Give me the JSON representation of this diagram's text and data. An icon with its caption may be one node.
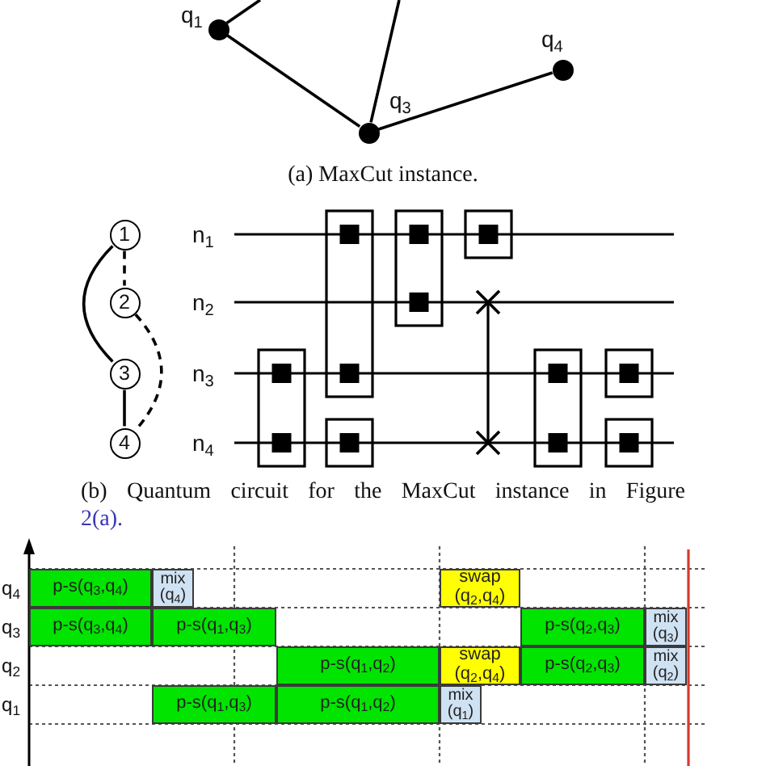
{
  "diagram": {
    "nodes": [
      {
        "text": [
          "q$_{1}$"
        ]
      },
      {
        "text": [
          "q$_{4}$"
        ]
      },
      {
        "text": [
          "q$_{3}$"
        ]
      },
      {
        "text": [
          "1"
        ]
      },
      {
        "text": [
          "2"
        ]
      },
      {
        "text": [
          "3"
        ]
      },
      {
        "text": [
          "4"
        ]
      },
      {
        "text": [
          "p-s(q$_{3}$,q$_{4}$)"
        ]
      },
      {
        "text": [
          "mix (q$_{4}$)"
        ]
      },
      {
        "text": [
          "swap (q$_{2}$,q$_{4}$)"
        ]
      },
      {
        "text": [
          "p-s(q$_{3}$,q$_{4}$)"
        ]
      },
      {
        "text": [
          "p-s(q$_{1}$,q$_{3}$)"
        ]
      },
      {
        "text": [
          "p-s(q$_{2}$,q$_{3}$)"
        ]
      },
      {
        "text": [
          "mix (q$_{3}$)"
        ]
      },
      {
        "text": [
          "p-s(q$_{1}$,q$_{2}$)"
        ]
      },
      {
        "text": [
          "swap (q$_{2}$,q$_{4}$)"
        ]
      },
      {
        "text": [
          "p-s(q$_{2}$,q$_{3}$)"
        ]
      },
      {
        "text": [
          "mix (q$_{2}$)"
        ]
      },
      {
        "text": [
          "p-s(q$_{1}$,q$_{3}$)"
        ]
      },
      {
        "text": [
          "p-s(q$_{1}$,q$_{2}$)"
        ]
      },
      {
        "text": [
          "mix (q$_{1}$)"
        ]
      }
    ],
    "edges": [
      {
        "from": 0,
        "to": null,
        "arrow": "none"
      },
      {
        "from": 0,
        "to": 2,
        "arrow": "none"
      },
      {
        "from": 2,
        "to": null,
        "arrow": "none"
      },
      {
        "from": 2,
        "to": 1,
        "arrow": "none"
      },
      {
        "from": 3,
        "to": 4,
        "arrow": "none",
        "style": "dashed"
      },
      {
        "from": 3,
        "to": 5,
        "arrow": "none"
      },
      {
        "from": 4,
        "to": 6,
        "arrow": "none",
        "style": "dashed"
      },
      {
        "from": 5,
        "to": 6,
        "arrow": "none"
      }
    ],
    "labels": [
      "(a) MaxCut instance.",
      "n$_{1}$",
      "n$_{2}$",
      "n$_{3}$",
      "n$_{4}$",
      "(b) Quantum circuit for the MaxCut instance in Figure",
      "2(a).",
      "q$_{4}$",
      "q$_{3}$",
      "q$_{2}$",
      "q$_{1}$"
    ]
  }
}
